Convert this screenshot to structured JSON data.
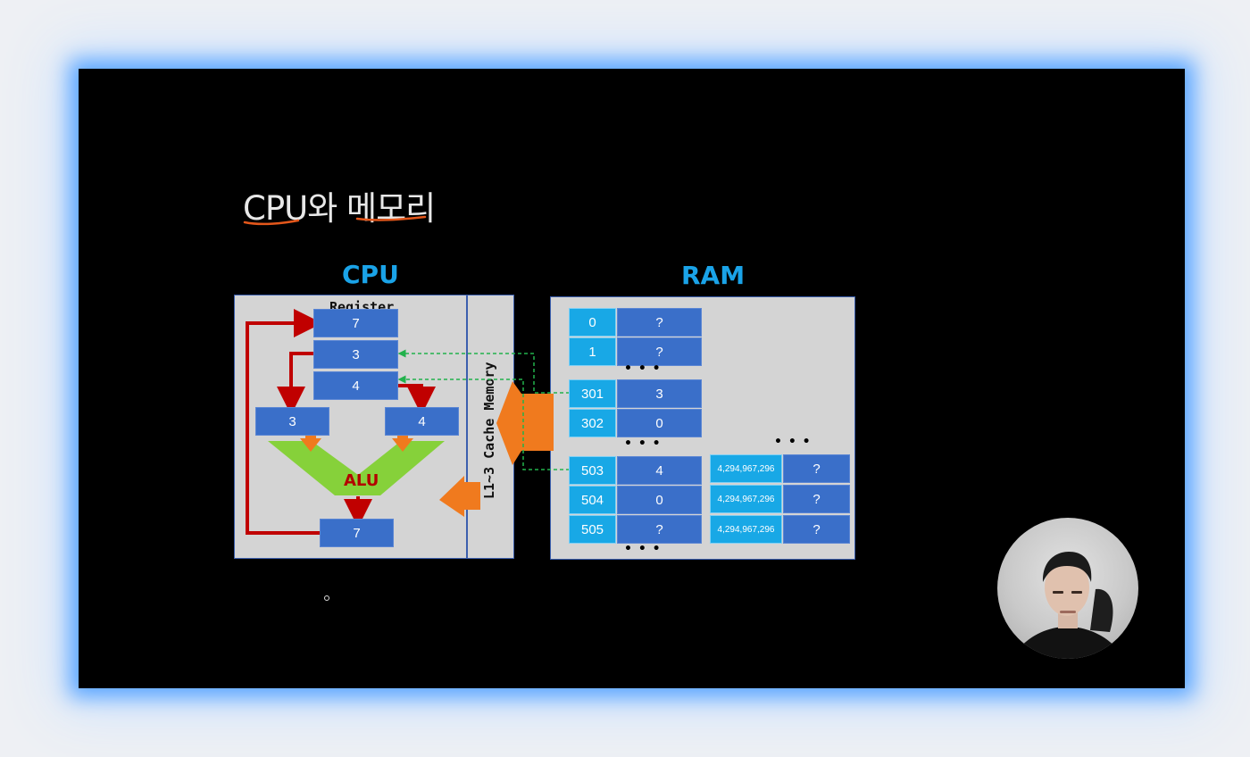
{
  "slide": {
    "title": "CPU와 메모리"
  },
  "cpu": {
    "header": "CPU",
    "register_label": "Register",
    "register_values": [
      "7",
      "3",
      "4"
    ],
    "operand_values": [
      "3",
      "4"
    ],
    "alu_label": "ALU",
    "result_value": "7",
    "cache_label": "L1~3 Cache Memory"
  },
  "ram": {
    "header": "RAM",
    "rows_left": [
      {
        "address": "0",
        "value": "?"
      },
      {
        "address": "1",
        "value": "?"
      },
      {
        "address": "301",
        "value": "3"
      },
      {
        "address": "302",
        "value": "0"
      },
      {
        "address": "503",
        "value": "4"
      },
      {
        "address": "504",
        "value": "0"
      },
      {
        "address": "505",
        "value": "?"
      }
    ],
    "rows_right": [
      {
        "address": "4,294,967,296",
        "value": "?"
      },
      {
        "address": "4,294,967,296",
        "value": "?"
      },
      {
        "address": "4,294,967,296",
        "value": "?"
      }
    ],
    "ellipsis": "• • •"
  },
  "colors": {
    "slide_background": "#000000",
    "header_blue": "#1aa3e8",
    "block_blue": "#3a6fc9",
    "address_cyan": "#18a8e6",
    "arrow_red": "#c00000",
    "arrow_orange": "#f07a1e",
    "alu_green": "#86d13a",
    "link_green": "#22b24c",
    "underline_orange": "#e4571b"
  },
  "webcam": {
    "icon": "presenter-webcam"
  }
}
